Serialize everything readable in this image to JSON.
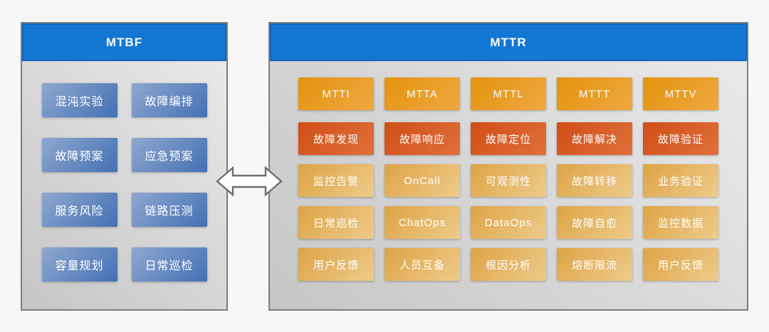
{
  "panels": {
    "mtbf": {
      "title": "MTBF",
      "items": [
        "混沌实验",
        "故障编排",
        "故障预案",
        "应急预案",
        "服务风险",
        "链路压测",
        "容量规划",
        "日常巡检"
      ]
    },
    "mttr": {
      "title": "MTTR",
      "rows": [
        {
          "style": "orange",
          "cells": [
            "MTTI",
            "MTTA",
            "MTTL",
            "MTTT",
            "MTTV"
          ]
        },
        {
          "style": "red",
          "cells": [
            "故障发现",
            "故障响应",
            "故障定位",
            "故障解决",
            "故障验证"
          ]
        },
        {
          "style": "gold",
          "cells": [
            "监控告警",
            "OnCall",
            "可观测性",
            "故障转移",
            "业务验证"
          ]
        },
        {
          "style": "gold",
          "cells": [
            "日常巡检",
            "ChatOps",
            "DataOps",
            "故障自愈",
            "监控数据"
          ]
        },
        {
          "style": "gold",
          "cells": [
            "用户反馈",
            "人员互备",
            "根因分析",
            "熔断限流",
            "用户反馈"
          ]
        }
      ]
    }
  },
  "arrow": {
    "type": "double-headed-horizontal"
  },
  "colors": {
    "page_bg": "#f7f7f8",
    "panel_border": "#7c7c7c",
    "body_from": "#c6c6c6",
    "body_to": "#ebebeb",
    "header_blue": "#1477d3",
    "blue_from": "#8fa8cf",
    "blue_to": "#4470b4",
    "orange_from": "#e3930d",
    "orange_to": "#efa842",
    "red_from": "#d04e15",
    "red_to": "#e0703a",
    "gold_from": "#dda344",
    "gold_to": "#eecb8b",
    "arrow_fill": "#ffffff",
    "arrow_stroke": "#6e6e6e"
  }
}
